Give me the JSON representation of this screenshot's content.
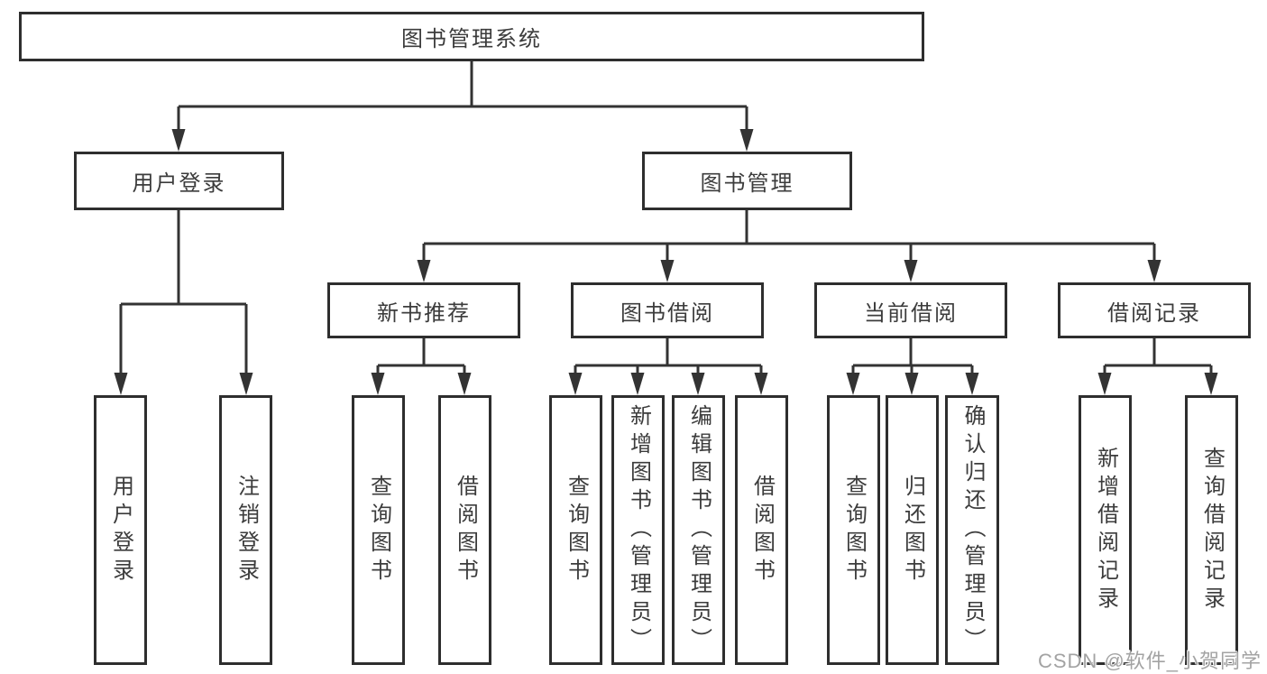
{
  "diagram_type": "hierarchy-tree",
  "nodes": {
    "root": "图书管理系统",
    "level2": [
      "用户登录",
      "图书管理"
    ],
    "level3": [
      "新书推荐",
      "图书借阅",
      "当前借阅",
      "借阅记录"
    ],
    "level4": [
      "用户登录",
      "注销登录",
      "查询图书",
      "借阅图书",
      "查询图书",
      "新增图书（管理员）",
      "编辑图书（管理员）",
      "借阅图书",
      "查询图书",
      "归还图书",
      "确认归还（管理员）",
      "新增借阅记录",
      "查询借阅记录"
    ]
  },
  "hierarchy": {
    "label": "图书管理系统",
    "children": [
      {
        "label": "用户登录",
        "children": [
          {
            "label": "用户登录"
          },
          {
            "label": "注销登录"
          }
        ]
      },
      {
        "label": "图书管理",
        "children": [
          {
            "label": "新书推荐",
            "children": [
              {
                "label": "查询图书"
              },
              {
                "label": "借阅图书"
              }
            ]
          },
          {
            "label": "图书借阅",
            "children": [
              {
                "label": "查询图书"
              },
              {
                "label": "新增图书（管理员）"
              },
              {
                "label": "编辑图书（管理员）"
              },
              {
                "label": "借阅图书"
              }
            ]
          },
          {
            "label": "当前借阅",
            "children": [
              {
                "label": "查询图书"
              },
              {
                "label": "归还图书"
              },
              {
                "label": "确认归还（管理员）"
              }
            ]
          },
          {
            "label": "借阅记录",
            "children": [
              {
                "label": "新增借阅记录"
              },
              {
                "label": "查询借阅记录"
              }
            ]
          }
        ]
      }
    ]
  },
  "watermark": {
    "text": "CSDN @软件_小贺同学",
    "color": "#a3a3a3"
  },
  "colors": {
    "background": "#ffffff",
    "line": "#333333",
    "box_border": "#2e2e2e",
    "text": "#3c3c3c"
  }
}
